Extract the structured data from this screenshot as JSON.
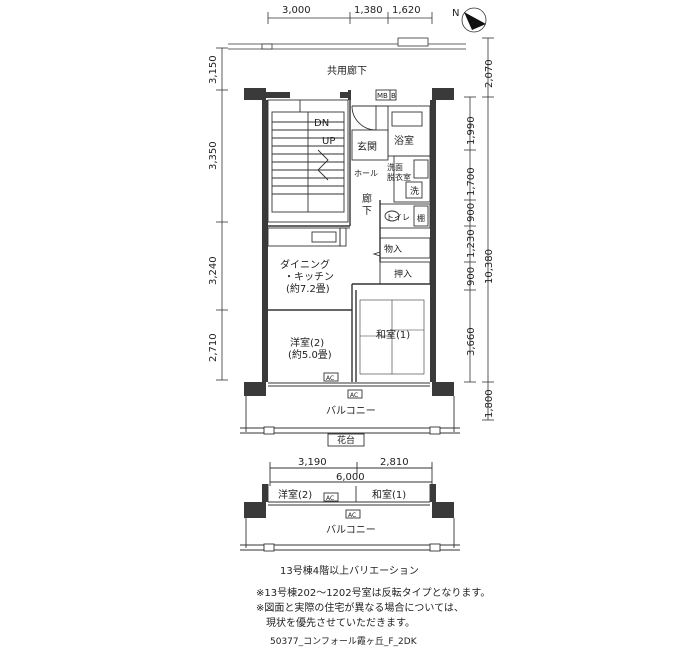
{
  "top_dims": [
    "3,000",
    "1,380",
    "1,620"
  ],
  "right_dims": [
    "2,070",
    "1,990",
    "1,700",
    "900",
    "1,230",
    "900",
    "10,380",
    "3,660",
    "1,800"
  ],
  "left_dims": [
    "3,150",
    "3,350",
    "3,240",
    "2,710"
  ],
  "rooms": {
    "corridor": "共用廊下",
    "dn": "DN",
    "up": "UP",
    "mb": "MB",
    "b": "B",
    "bath": "浴室",
    "entrance": "玄関",
    "hall": "ホール",
    "washroom_1": "洗面",
    "washroom_2": "脱衣室",
    "washer": "洗",
    "hallway_1": "廊",
    "hallway_2": "下",
    "toilet": "トイレ",
    "cabinet": "棚",
    "storage": "物入",
    "closet": "押入",
    "dk_1": "ダイニング",
    "dk_2": "・キッチン",
    "dk_3": "(約7.2畳)",
    "western_1": "洋室(2)",
    "western_2": "(約5.0畳)",
    "japanese": "和室(1)",
    "ac": "AC",
    "balcony": "バルコニー",
    "flowerbed": "花台"
  },
  "variation": {
    "dims": [
      "3,190",
      "2,810"
    ],
    "total": "6,000",
    "western": "洋室(2)",
    "japanese": "和室(1)",
    "ac": "AC",
    "balcony": "バルコニー",
    "caption": "13号棟4階以上バリエーション"
  },
  "compass": "N",
  "notes": [
    "※13号棟202～1202号室は反転タイプとなります。",
    "※図面と実際の住宅が異なる場合については、",
    "　現状を優先させていただきます。"
  ],
  "footer": "50377_コンフォール霞ヶ丘_F_2DK"
}
